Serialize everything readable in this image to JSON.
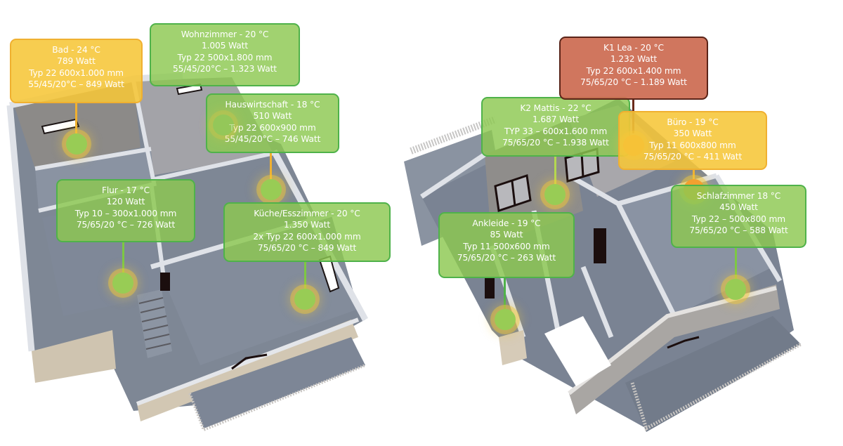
{
  "colors": {
    "label_green": "#8cc850",
    "label_green_border": "#4fb24a",
    "label_yellow": "#f6c638",
    "label_yellow_border": "#f0b030",
    "label_red": "#cc6a50",
    "label_red_border": "#5a2418",
    "marker_green": "#98cc55",
    "marker_orange": "#f2a030",
    "floor": "#7c8594",
    "wall_top": "#dcdfe6",
    "wall_side": "#9c9a98"
  },
  "floors": [
    {
      "name": "ground-floor",
      "rooms": [
        {
          "id": "bad",
          "status": "yellow",
          "title": "Bad - 24 °C",
          "demand": "789 Watt",
          "radiator": "Typ 22 600x1.000 mm",
          "output": "55/45/20°C – 849 Watt"
        },
        {
          "id": "wohnzimmer",
          "status": "green",
          "title": "Wohnzimmer - 20 °C",
          "demand": "1.005 Watt",
          "radiator": "Typ 22  500x1.800 mm",
          "output": "55/45/20°C – 1.323 Watt"
        },
        {
          "id": "hauswirtschaft",
          "status": "green",
          "title": "Hauswirtschaft - 18 °C",
          "demand": "510 Watt",
          "radiator": "Typ 22 600x900 mm",
          "output": "55/45/20°C – 746 Watt"
        },
        {
          "id": "flur",
          "status": "green",
          "title": "Flur - 17 °C",
          "demand": "120 Watt",
          "radiator": "Typ 10 – 300x1.000 mm",
          "output": "75/65/20 °C – 726 Watt"
        },
        {
          "id": "kueche",
          "status": "green",
          "title": "Küche/Esszimmer - 20 °C",
          "demand": "1.350 Watt",
          "radiator": "2x Typ 22 600x1.000 mm",
          "output": "75/65/20 °C – 849 Watt"
        }
      ]
    },
    {
      "name": "upper-floor",
      "rooms": [
        {
          "id": "k1-lea",
          "status": "red",
          "title": "K1 Lea - 20 °C",
          "demand": "1.232 Watt",
          "radiator": "Typ 22 600x1.400 mm",
          "output": "75/65/20 °C – 1.189 Watt"
        },
        {
          "id": "k2-mattis",
          "status": "green",
          "title": "K2 Mattis - 22 °C",
          "demand": "1.687 Watt",
          "radiator": "TYP 33 – 600x1.600 mm",
          "output": "75/65/20 °C – 1.938 Watt"
        },
        {
          "id": "buero",
          "status": "yellow",
          "title": "Büro - 19 °C",
          "demand": "350 Watt",
          "radiator": "Typ 11 600x800 mm",
          "output": "75/65/20 °C – 411 Watt"
        },
        {
          "id": "schlafzimmer",
          "status": "green",
          "title": "Schlafzimmer 18 °C",
          "demand": "450 Watt",
          "radiator": "Typ 22 – 500x800 mm",
          "output": "75/65/20 °C – 588 Watt"
        },
        {
          "id": "ankleide",
          "status": "green",
          "title": "Ankleide - 19 °C",
          "demand": "85 Watt",
          "radiator": "Typ 11 500x600 mm",
          "output": "75/65/20 °C – 263 Watt"
        }
      ]
    }
  ]
}
